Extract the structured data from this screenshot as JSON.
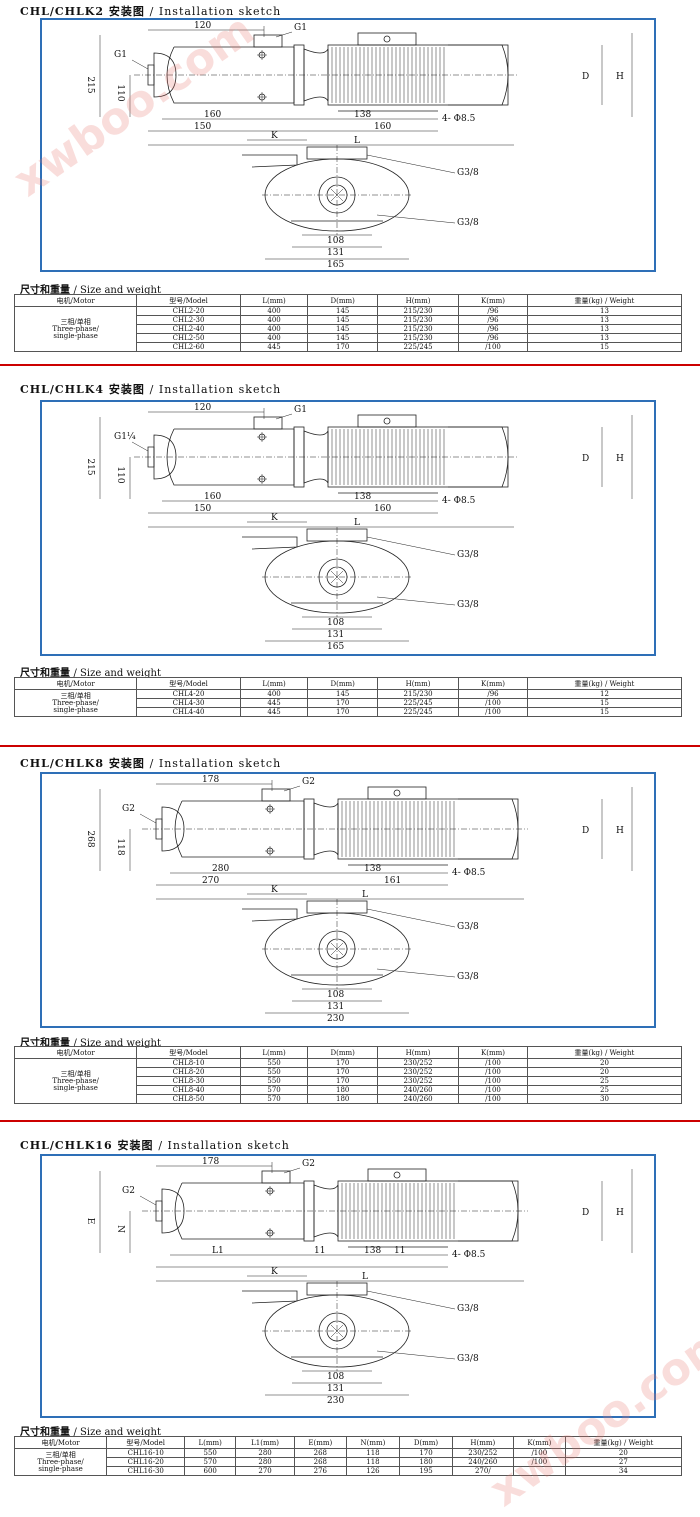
{
  "sections": [
    {
      "title": "CHL/CHLK2 安装图",
      "title_en": "/ Installation sketch",
      "dims": {
        "left": "120",
        "g_top": "G1",
        "g_left": "G1",
        "h1": "215",
        "h2": "110",
        "b1": "160",
        "b2": "150",
        "m1": "138",
        "m2": "160",
        "hole": "4- Φ8.5",
        "L": "L",
        "D": "D",
        "H": "H",
        "K": "K",
        "g3a": "G3/8",
        "g3b": "G3/8",
        "w1": "108",
        "w2": "131",
        "w3": "165"
      },
      "table_title": "尺寸和重量",
      "table_title_en": "/ Size and weight",
      "headers": [
        "电机/Motor",
        "型号/Model",
        "L(mm)",
        "D(mm)",
        "H(mm)",
        "K(mm)",
        "重量(kg) / Weight"
      ],
      "motor": [
        "三相/单相",
        "Three-phase/",
        "single-phase"
      ],
      "rows": [
        [
          "CHL2-20",
          "400",
          "145",
          "215/230",
          "/96",
          "13"
        ],
        [
          "CHL2-30",
          "400",
          "145",
          "215/230",
          "/96",
          "13"
        ],
        [
          "CHL2-40",
          "400",
          "145",
          "215/230",
          "/96",
          "13"
        ],
        [
          "CHL2-50",
          "400",
          "145",
          "215/230",
          "/96",
          "13"
        ],
        [
          "CHL2-60",
          "445",
          "170",
          "225/245",
          "/100",
          "15"
        ]
      ]
    },
    {
      "title": "CHL/CHLK4 安装图",
      "title_en": "/ Installation sketch",
      "dims": {
        "left": "120",
        "g_top": "G1",
        "g_left": "G1¼",
        "h1": "215",
        "h2": "110",
        "b1": "160",
        "b2": "150",
        "m1": "138",
        "m2": "160",
        "hole": "4- Φ8.5",
        "L": "L",
        "D": "D",
        "H": "H",
        "K": "K",
        "g3a": "G3/8",
        "g3b": "G3/8",
        "w1": "108",
        "w2": "131",
        "w3": "165"
      },
      "table_title": "尺寸和重量",
      "table_title_en": "/ Size and weight",
      "headers": [
        "电机/Motor",
        "型号/Model",
        "L(mm)",
        "D(mm)",
        "H(mm)",
        "K(mm)",
        "重量(kg) / Weight"
      ],
      "motor": [
        "三相/单相",
        "Three-phase/",
        "single-phase"
      ],
      "rows": [
        [
          "CHL4-20",
          "400",
          "145",
          "215/230",
          "/96",
          "12"
        ],
        [
          "CHL4-30",
          "445",
          "170",
          "225/245",
          "/100",
          "15"
        ],
        [
          "CHL4-40",
          "445",
          "170",
          "225/245",
          "/100",
          "15"
        ]
      ]
    },
    {
      "title": "CHL/CHLK8 安装图",
      "title_en": "/ Installation sketch",
      "dims": {
        "left": "178",
        "g_top": "G2",
        "g_left": "G2",
        "h1": "268",
        "h2": "118",
        "b1": "280",
        "b2": "270",
        "m1": "138",
        "m2": "161",
        "hole": "4- Φ8.5",
        "L": "L",
        "D": "D",
        "H": "H",
        "K": "K",
        "g3a": "G3/8",
        "g3b": "G3/8",
        "w1": "108",
        "w2": "131",
        "w3": "230"
      },
      "table_title": "尺寸和重量",
      "table_title_en": "/ Size and weight",
      "headers": [
        "电机/Motor",
        "型号/Model",
        "L(mm)",
        "D(mm)",
        "H(mm)",
        "K(mm)",
        "重量(kg) / Weight"
      ],
      "motor": [
        "三相/单相",
        "Three-phase/",
        "single-phase"
      ],
      "rows": [
        [
          "CHL8-10",
          "550",
          "170",
          "230/252",
          "/100",
          "20"
        ],
        [
          "CHL8-20",
          "550",
          "170",
          "230/252",
          "/100",
          "20"
        ],
        [
          "CHL8-30",
          "550",
          "170",
          "230/252",
          "/100",
          "25"
        ],
        [
          "CHL8-40",
          "570",
          "180",
          "240/260",
          "/100",
          "25"
        ],
        [
          "CHL8-50",
          "570",
          "180",
          "240/260",
          "/100",
          "30"
        ]
      ]
    },
    {
      "title": "CHL/CHLK16 安装图",
      "title_en": "/ Installation sketch",
      "dims": {
        "left": "178",
        "g_top": "G2",
        "g_left": "G2",
        "h1": "E",
        "h2": "N",
        "b1": "L1",
        "b2": "",
        "m1": "138",
        "m2": "",
        "hole": "4- Φ8.5",
        "L": "L",
        "D": "D",
        "H": "H",
        "K": "K",
        "g3a": "G3/8",
        "g3b": "G3/8",
        "w1": "108",
        "w2": "131",
        "w3": "230",
        "s1": "11",
        "s2": "11"
      },
      "table_title": "尺寸和重量",
      "table_title_en": "/ Size and weight",
      "headers": [
        "电机/Motor",
        "型号/Model",
        "L(mm)",
        "L1(mm)",
        "E(mm)",
        "N(mm)",
        "D(mm)",
        "H(mm)",
        "K(mm)",
        "重量(kg) / Weight"
      ],
      "motor": [
        "三相/单相",
        "Three-phase/",
        "single-phase"
      ],
      "rows": [
        [
          "CHL16-10",
          "550",
          "280",
          "268",
          "118",
          "170",
          "230/252",
          "/100",
          "20"
        ],
        [
          "CHL16-20",
          "570",
          "280",
          "268",
          "118",
          "180",
          "240/260",
          "/100",
          "27"
        ],
        [
          "CHL16-30",
          "600",
          "270",
          "276",
          "126",
          "195",
          "270/",
          "",
          "34"
        ]
      ]
    }
  ],
  "watermark": "xwboo.com"
}
